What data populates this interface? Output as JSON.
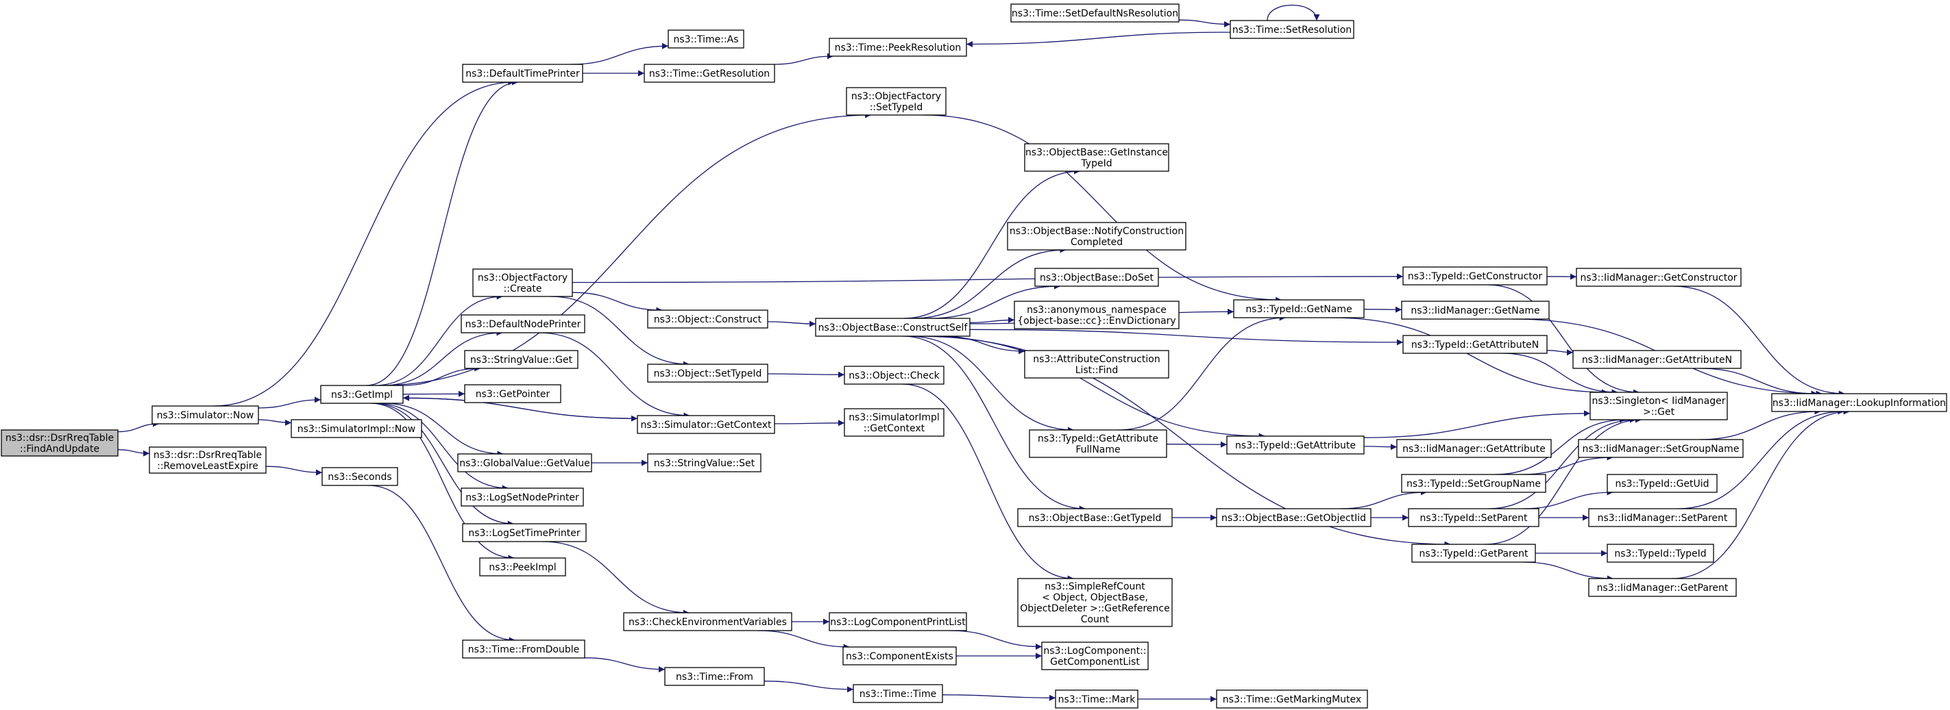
{
  "graph": {
    "root": "find_and_update",
    "nodes": [
      {
        "id": "find_and_update",
        "lines": [
          "ns3::dsr::DsrRreqTable",
          "::FindAndUpdate"
        ],
        "root": true
      },
      {
        "id": "simulator_now",
        "lines": [
          "ns3::Simulator::Now"
        ]
      },
      {
        "id": "remove_least_expire",
        "lines": [
          "ns3::dsr::DsrRreqTable",
          "::RemoveLeastExpire"
        ]
      },
      {
        "id": "default_time_printer",
        "lines": [
          "ns3::DefaultTimePrinter"
        ]
      },
      {
        "id": "get_impl",
        "lines": [
          "ns3::GetImpl"
        ]
      },
      {
        "id": "simulator_impl_now",
        "lines": [
          "ns3::SimulatorImpl::Now"
        ]
      },
      {
        "id": "seconds",
        "lines": [
          "ns3::Seconds"
        ]
      },
      {
        "id": "time_as",
        "lines": [
          "ns3::Time::As"
        ]
      },
      {
        "id": "time_get_resolution",
        "lines": [
          "ns3::Time::GetResolution"
        ]
      },
      {
        "id": "object_factory_set_type_id",
        "lines": [
          "ns3::ObjectFactory",
          "::SetTypeId"
        ]
      },
      {
        "id": "object_factory_create",
        "lines": [
          "ns3::ObjectFactory",
          "::Create"
        ]
      },
      {
        "id": "default_node_printer",
        "lines": [
          "ns3::DefaultNodePrinter"
        ]
      },
      {
        "id": "string_value_get",
        "lines": [
          "ns3::StringValue::Get"
        ]
      },
      {
        "id": "get_pointer",
        "lines": [
          "ns3::GetPointer"
        ]
      },
      {
        "id": "simulator_get_context",
        "lines": [
          "ns3::Simulator::GetContext"
        ]
      },
      {
        "id": "global_value_get_value",
        "lines": [
          "ns3::GlobalValue::GetValue"
        ]
      },
      {
        "id": "log_set_node_printer",
        "lines": [
          "ns3::LogSetNodePrinter"
        ]
      },
      {
        "id": "log_set_time_printer",
        "lines": [
          "ns3::LogSetTimePrinter"
        ]
      },
      {
        "id": "peek_impl",
        "lines": [
          "ns3::PeekImpl"
        ]
      },
      {
        "id": "time_from_double",
        "lines": [
          "ns3::Time::FromDouble"
        ]
      },
      {
        "id": "time_peek_resolution",
        "lines": [
          "ns3::Time::PeekResolution"
        ]
      },
      {
        "id": "time_set_default_ns_resolution",
        "lines": [
          "ns3::Time::SetDefaultNsResolution"
        ]
      },
      {
        "id": "time_set_resolution",
        "lines": [
          "ns3::Time::SetResolution"
        ]
      },
      {
        "id": "object_construct",
        "lines": [
          "ns3::Object::Construct"
        ]
      },
      {
        "id": "object_set_type_id",
        "lines": [
          "ns3::Object::SetTypeId"
        ]
      },
      {
        "id": "string_value_set",
        "lines": [
          "ns3::StringValue::Set"
        ]
      },
      {
        "id": "check_env_vars",
        "lines": [
          "ns3::CheckEnvironmentVariables"
        ]
      },
      {
        "id": "time_from",
        "lines": [
          "ns3::Time::From"
        ]
      },
      {
        "id": "object_base_construct_self",
        "lines": [
          "ns3::ObjectBase::ConstructSelf"
        ]
      },
      {
        "id": "object_check",
        "lines": [
          "ns3::Object::Check"
        ]
      },
      {
        "id": "simulator_impl_get_context",
        "lines": [
          "ns3::SimulatorImpl",
          "::GetContext"
        ]
      },
      {
        "id": "log_component_print_list",
        "lines": [
          "ns3::LogComponentPrintList"
        ]
      },
      {
        "id": "component_exists",
        "lines": [
          "ns3::ComponentExists"
        ]
      },
      {
        "id": "time_time",
        "lines": [
          "ns3::Time::Time"
        ]
      },
      {
        "id": "object_base_get_instance_type_id",
        "lines": [
          "ns3::ObjectBase::GetInstance",
          "TypeId"
        ]
      },
      {
        "id": "object_base_notify_construction_completed",
        "lines": [
          "ns3::ObjectBase::NotifyConstruction",
          "Completed"
        ]
      },
      {
        "id": "object_base_do_set",
        "lines": [
          "ns3::ObjectBase::DoSet"
        ]
      },
      {
        "id": "anon_env_dictionary",
        "lines": [
          "ns3::anonymous_namespace",
          "{object-base::cc}::EnvDictionary"
        ]
      },
      {
        "id": "attribute_construction_list_find",
        "lines": [
          "ns3::AttributeConstruction",
          "List::Find"
        ]
      },
      {
        "id": "type_id_get_attribute_full_name",
        "lines": [
          "ns3::TypeId::GetAttribute",
          "FullName"
        ]
      },
      {
        "id": "object_base_get_type_id",
        "lines": [
          "ns3::ObjectBase::GetTypeId"
        ]
      },
      {
        "id": "simple_ref_count_get_reference_count",
        "lines": [
          "ns3::SimpleRefCount",
          "< Object, ObjectBase,",
          "ObjectDeleter >::GetReference",
          "Count"
        ]
      },
      {
        "id": "log_component_get_component_list",
        "lines": [
          "ns3::LogComponent::",
          "GetComponentList"
        ]
      },
      {
        "id": "time_mark",
        "lines": [
          "ns3::Time::Mark"
        ]
      },
      {
        "id": "type_id_get_name",
        "lines": [
          "ns3::TypeId::GetName"
        ]
      },
      {
        "id": "type_id_get_attribute",
        "lines": [
          "ns3::TypeId::GetAttribute"
        ]
      },
      {
        "id": "object_base_get_object_iid",
        "lines": [
          "ns3::ObjectBase::GetObjectIid"
        ]
      },
      {
        "id": "time_get_marking_mutex",
        "lines": [
          "ns3::Time::GetMarkingMutex"
        ]
      },
      {
        "id": "type_id_get_constructor",
        "lines": [
          "ns3::TypeId::GetConstructor"
        ]
      },
      {
        "id": "iid_manager_get_name",
        "lines": [
          "ns3::IidManager::GetName"
        ]
      },
      {
        "id": "type_id_get_attribute_n",
        "lines": [
          "ns3::TypeId::GetAttributeN"
        ]
      },
      {
        "id": "iid_manager_get_attribute",
        "lines": [
          "ns3::IidManager::GetAttribute"
        ]
      },
      {
        "id": "type_id_set_group_name",
        "lines": [
          "ns3::TypeId::SetGroupName"
        ]
      },
      {
        "id": "type_id_set_parent",
        "lines": [
          "ns3::TypeId::SetParent"
        ]
      },
      {
        "id": "type_id_get_parent",
        "lines": [
          "ns3::TypeId::GetParent"
        ]
      },
      {
        "id": "iid_manager_get_constructor",
        "lines": [
          "ns3::IidManager::GetConstructor"
        ]
      },
      {
        "id": "iid_manager_get_attribute_n",
        "lines": [
          "ns3::IidManager::GetAttributeN"
        ]
      },
      {
        "id": "singleton_get",
        "lines": [
          "ns3::Singleton< IidManager",
          ">::Get"
        ]
      },
      {
        "id": "iid_manager_set_group_name",
        "lines": [
          "ns3::IidManager::SetGroupName"
        ]
      },
      {
        "id": "type_id_get_uid",
        "lines": [
          "ns3::TypeId::GetUid"
        ]
      },
      {
        "id": "iid_manager_set_parent",
        "lines": [
          "ns3::IidManager::SetParent"
        ]
      },
      {
        "id": "type_id_type_id",
        "lines": [
          "ns3::TypeId::TypeId"
        ]
      },
      {
        "id": "iid_manager_get_parent",
        "lines": [
          "ns3::IidManager::GetParent"
        ]
      },
      {
        "id": "iid_manager_lookup_information",
        "lines": [
          "ns3::IidManager::LookupInformation"
        ]
      }
    ],
    "edges": [
      [
        "find_and_update",
        "simulator_now"
      ],
      [
        "find_and_update",
        "remove_least_expire"
      ],
      [
        "simulator_now",
        "default_time_printer"
      ],
      [
        "simulator_now",
        "get_impl"
      ],
      [
        "simulator_now",
        "simulator_impl_now"
      ],
      [
        "remove_least_expire",
        "seconds"
      ],
      [
        "default_time_printer",
        "time_as"
      ],
      [
        "default_time_printer",
        "time_get_resolution"
      ],
      [
        "get_impl",
        "default_time_printer"
      ],
      [
        "get_impl",
        "object_factory_set_type_id"
      ],
      [
        "get_impl",
        "object_factory_create"
      ],
      [
        "get_impl",
        "default_node_printer"
      ],
      [
        "get_impl",
        "string_value_get"
      ],
      [
        "get_impl",
        "get_pointer"
      ],
      [
        "get_impl",
        "simulator_get_context"
      ],
      [
        "get_impl",
        "global_value_get_value"
      ],
      [
        "get_impl",
        "log_set_node_printer"
      ],
      [
        "get_impl",
        "log_set_time_printer"
      ],
      [
        "get_impl",
        "peek_impl"
      ],
      [
        "seconds",
        "time_from_double"
      ],
      [
        "time_get_resolution",
        "time_peek_resolution"
      ],
      [
        "time_set_default_ns_resolution",
        "time_set_resolution"
      ],
      [
        "time_set_resolution",
        "time_set_resolution"
      ],
      [
        "time_set_resolution",
        "time_peek_resolution"
      ],
      [
        "object_factory_set_type_id",
        "type_id_get_name"
      ],
      [
        "object_factory_create",
        "object_construct"
      ],
      [
        "object_factory_create",
        "object_set_type_id"
      ],
      [
        "object_factory_create",
        "type_id_get_constructor"
      ],
      [
        "default_node_printer",
        "simulator_get_context"
      ],
      [
        "simulator_get_context",
        "get_impl"
      ],
      [
        "simulator_get_context",
        "simulator_impl_get_context"
      ],
      [
        "global_value_get_value",
        "string_value_set"
      ],
      [
        "log_set_time_printer",
        "check_env_vars"
      ],
      [
        "time_from_double",
        "time_from"
      ],
      [
        "object_construct",
        "object_base_construct_self"
      ],
      [
        "object_set_type_id",
        "object_check"
      ],
      [
        "object_check",
        "simple_ref_count_get_reference_count"
      ],
      [
        "check_env_vars",
        "log_component_print_list"
      ],
      [
        "check_env_vars",
        "component_exists"
      ],
      [
        "log_component_print_list",
        "log_component_get_component_list"
      ],
      [
        "component_exists",
        "log_component_get_component_list"
      ],
      [
        "time_from",
        "time_time"
      ],
      [
        "time_time",
        "time_mark"
      ],
      [
        "time_mark",
        "time_get_marking_mutex"
      ],
      [
        "object_base_construct_self",
        "object_base_get_instance_type_id"
      ],
      [
        "object_base_construct_self",
        "object_base_notify_construction_completed"
      ],
      [
        "object_base_construct_self",
        "object_base_do_set"
      ],
      [
        "object_base_construct_self",
        "anon_env_dictionary"
      ],
      [
        "object_base_construct_self",
        "attribute_construction_list_find"
      ],
      [
        "object_base_construct_self",
        "type_id_get_attribute_full_name"
      ],
      [
        "object_base_construct_self",
        "object_base_get_type_id"
      ],
      [
        "object_base_construct_self",
        "type_id_get_name"
      ],
      [
        "object_base_construct_self",
        "type_id_get_attribute"
      ],
      [
        "object_base_construct_self",
        "type_id_get_attribute_n"
      ],
      [
        "object_base_construct_self",
        "type_id_get_parent"
      ],
      [
        "type_id_get_attribute_full_name",
        "type_id_get_name"
      ],
      [
        "type_id_get_attribute_full_name",
        "type_id_get_attribute"
      ],
      [
        "object_base_get_type_id",
        "object_base_get_object_iid"
      ],
      [
        "object_base_get_object_iid",
        "type_id_set_group_name"
      ],
      [
        "object_base_get_object_iid",
        "type_id_set_parent"
      ],
      [
        "type_id_get_name",
        "iid_manager_get_name"
      ],
      [
        "type_id_get_name",
        "singleton_get"
      ],
      [
        "type_id_get_attribute",
        "iid_manager_get_attribute"
      ],
      [
        "type_id_get_attribute",
        "singleton_get"
      ],
      [
        "type_id_get_constructor",
        "iid_manager_get_constructor"
      ],
      [
        "type_id_get_constructor",
        "singleton_get"
      ],
      [
        "iid_manager_get_name",
        "iid_manager_lookup_information"
      ],
      [
        "type_id_get_attribute_n",
        "iid_manager_get_attribute_n"
      ],
      [
        "type_id_get_attribute_n",
        "singleton_get"
      ],
      [
        "type_id_set_group_name",
        "iid_manager_set_group_name"
      ],
      [
        "type_id_set_group_name",
        "singleton_get"
      ],
      [
        "type_id_set_parent",
        "type_id_get_uid"
      ],
      [
        "type_id_set_parent",
        "iid_manager_set_parent"
      ],
      [
        "type_id_set_parent",
        "singleton_get"
      ],
      [
        "type_id_get_parent",
        "type_id_type_id"
      ],
      [
        "type_id_get_parent",
        "iid_manager_get_parent"
      ],
      [
        "type_id_get_parent",
        "singleton_get"
      ],
      [
        "iid_manager_get_constructor",
        "iid_manager_lookup_information"
      ],
      [
        "iid_manager_get_attribute_n",
        "iid_manager_lookup_information"
      ],
      [
        "iid_manager_set_group_name",
        "iid_manager_lookup_information"
      ],
      [
        "iid_manager_set_parent",
        "iid_manager_lookup_information"
      ],
      [
        "iid_manager_get_parent",
        "iid_manager_lookup_information"
      ]
    ]
  }
}
